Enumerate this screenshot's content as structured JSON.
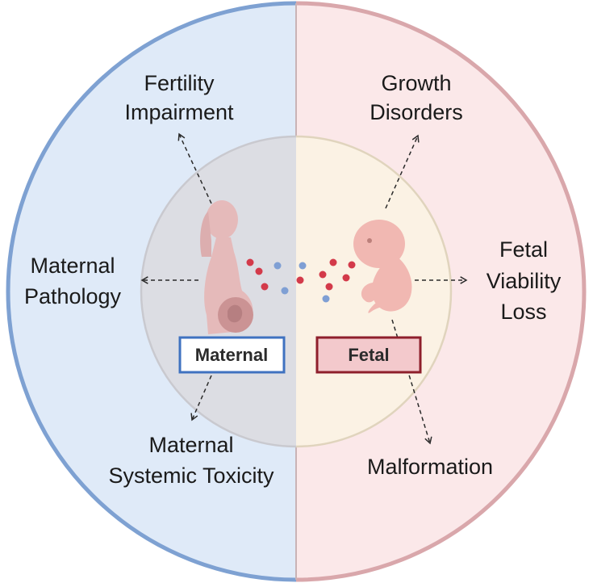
{
  "labels": {
    "fertility_line1": "Fertility",
    "fertility_line2": "Impairment",
    "growth_line1": "Growth",
    "growth_line2": "Disorders",
    "maternal_path_line1": "Maternal",
    "maternal_path_line2": "Pathology",
    "fetal_viability_line1": "Fetal",
    "fetal_viability_line2": "Viability",
    "fetal_viability_line3": "Loss",
    "maternal_tox_line1": "Maternal",
    "maternal_tox_line2": "Systemic Toxicity",
    "malformation": "Malformation"
  },
  "boxes": {
    "maternal": "Maternal",
    "fetal": "Fetal"
  },
  "colors": {
    "left_fill": "#dfeaf8",
    "left_ring": "#7ea1d2",
    "right_fill": "#fbe8e9",
    "right_ring": "#d9a7ab",
    "maternal_box_border": "#3f72c0",
    "fetal_box_border": "#8e1f2b",
    "fetal_box_fill": "#f3c9cc",
    "red_particle": "#d33a4a",
    "blue_particle": "#7f9fd4"
  },
  "icons": [
    "pregnant-woman-icon",
    "fetus-icon"
  ]
}
